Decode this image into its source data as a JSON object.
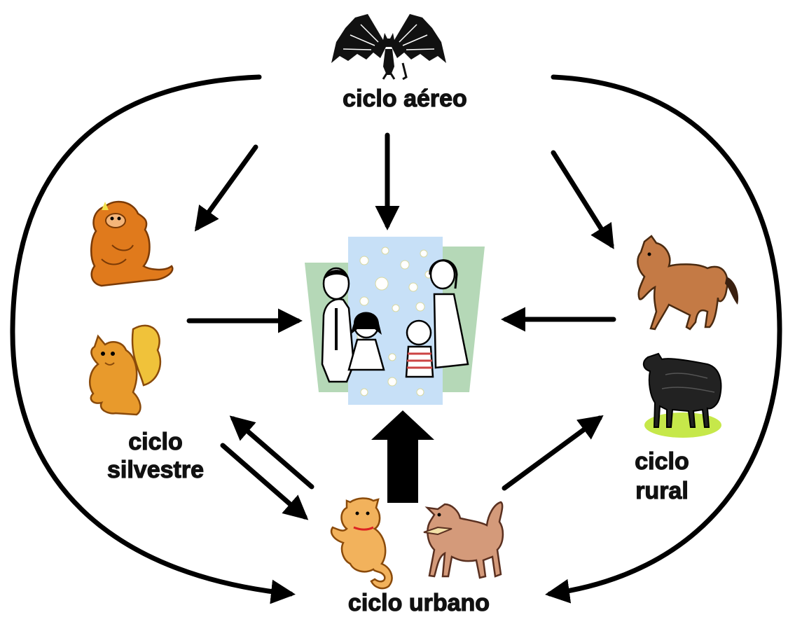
{
  "labels": {
    "aereo": "ciclo aéreo",
    "silvestre_1": "ciclo",
    "silvestre_2": "silvestre",
    "rural_1": "ciclo",
    "rural_2": "rural",
    "urbano": "ciclo urbano"
  },
  "colors": {
    "background": "#ffffff",
    "arrow": "#000000",
    "sky_panel": "#c7e0f7",
    "green_panel": "#b5d8b7",
    "monkey": "#e07a1c",
    "squirrel": "#e89a2c",
    "horse": "#c47a45",
    "sheep": "#222222",
    "grass": "#c6e84a",
    "cat": "#f2b25c",
    "dog": "#d49a7a",
    "bat": "#111111"
  },
  "icons": [
    "bat-icon",
    "monkey-icon",
    "squirrel-icon",
    "horse-icon",
    "sheep-icon",
    "cat-icon",
    "dog-icon",
    "family-illustration"
  ]
}
